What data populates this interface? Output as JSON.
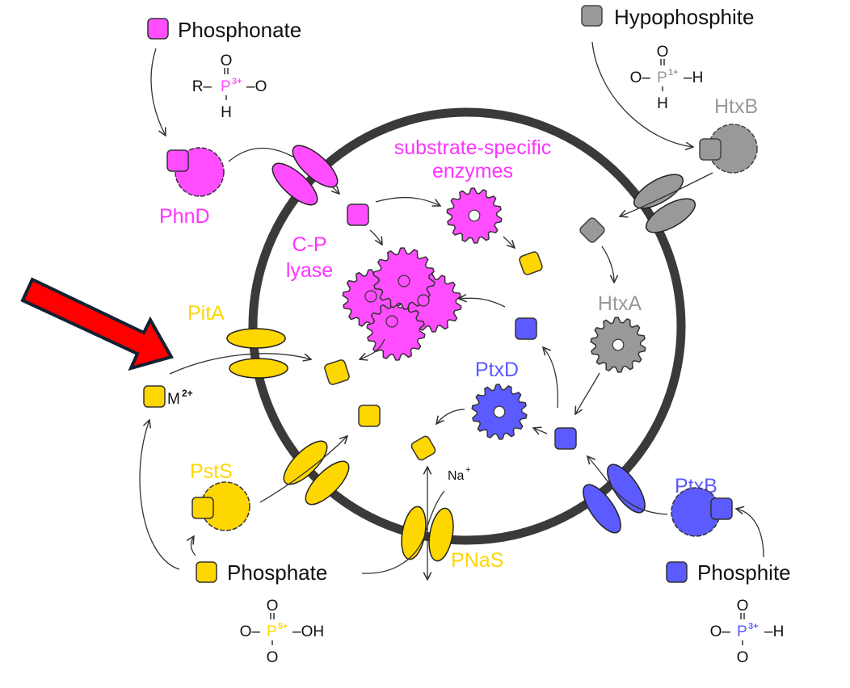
{
  "colors": {
    "phosphonate": "#ff4dff",
    "hypophosphite": "#999999",
    "phosphate": "#ffd700",
    "phosphite": "#5b5bff",
    "membrane": "#3a3a3a",
    "highlight_arrow": "#ff0000",
    "label_text": "#111111"
  },
  "substrates": {
    "phosphonate": {
      "label": "Phosphonate",
      "formula": {
        "left": "R–",
        "center": "P",
        "charge": "3+",
        "right": "–O",
        "top": "O",
        "bottom": "H"
      }
    },
    "hypophosphite": {
      "label": "Hypophosphite",
      "formula": {
        "left": "O–",
        "center": "P",
        "charge": "1+",
        "right": "–H",
        "top": "O",
        "bottom": "H"
      }
    },
    "phosphate": {
      "label": "Phosphate",
      "formula": {
        "left": "O–",
        "center": "P",
        "charge": "5+",
        "right": "–OH",
        "top": "O",
        "bottom": "O"
      }
    },
    "phosphite": {
      "label": "Phosphite",
      "formula": {
        "left": "O–",
        "center": "P",
        "charge": "3+",
        "right": "–H",
        "top": "O",
        "bottom": "O"
      }
    }
  },
  "proteins": {
    "phnD": "PhnD",
    "htxB": "HtxB",
    "htxA": "HtxA",
    "ptxD": "PtxD",
    "ptxB": "PtxB",
    "pitA": "PitA",
    "pstS": "PstS",
    "pNaS": "PNaS",
    "enzymes_line1": "substrate-specific",
    "enzymes_line2": "enzymes",
    "cp_line1": "C-P",
    "cp_line2": "lyase"
  },
  "ions": {
    "metal": "M",
    "metal_charge": "2+",
    "sodium": "Na",
    "sodium_charge": "+"
  }
}
